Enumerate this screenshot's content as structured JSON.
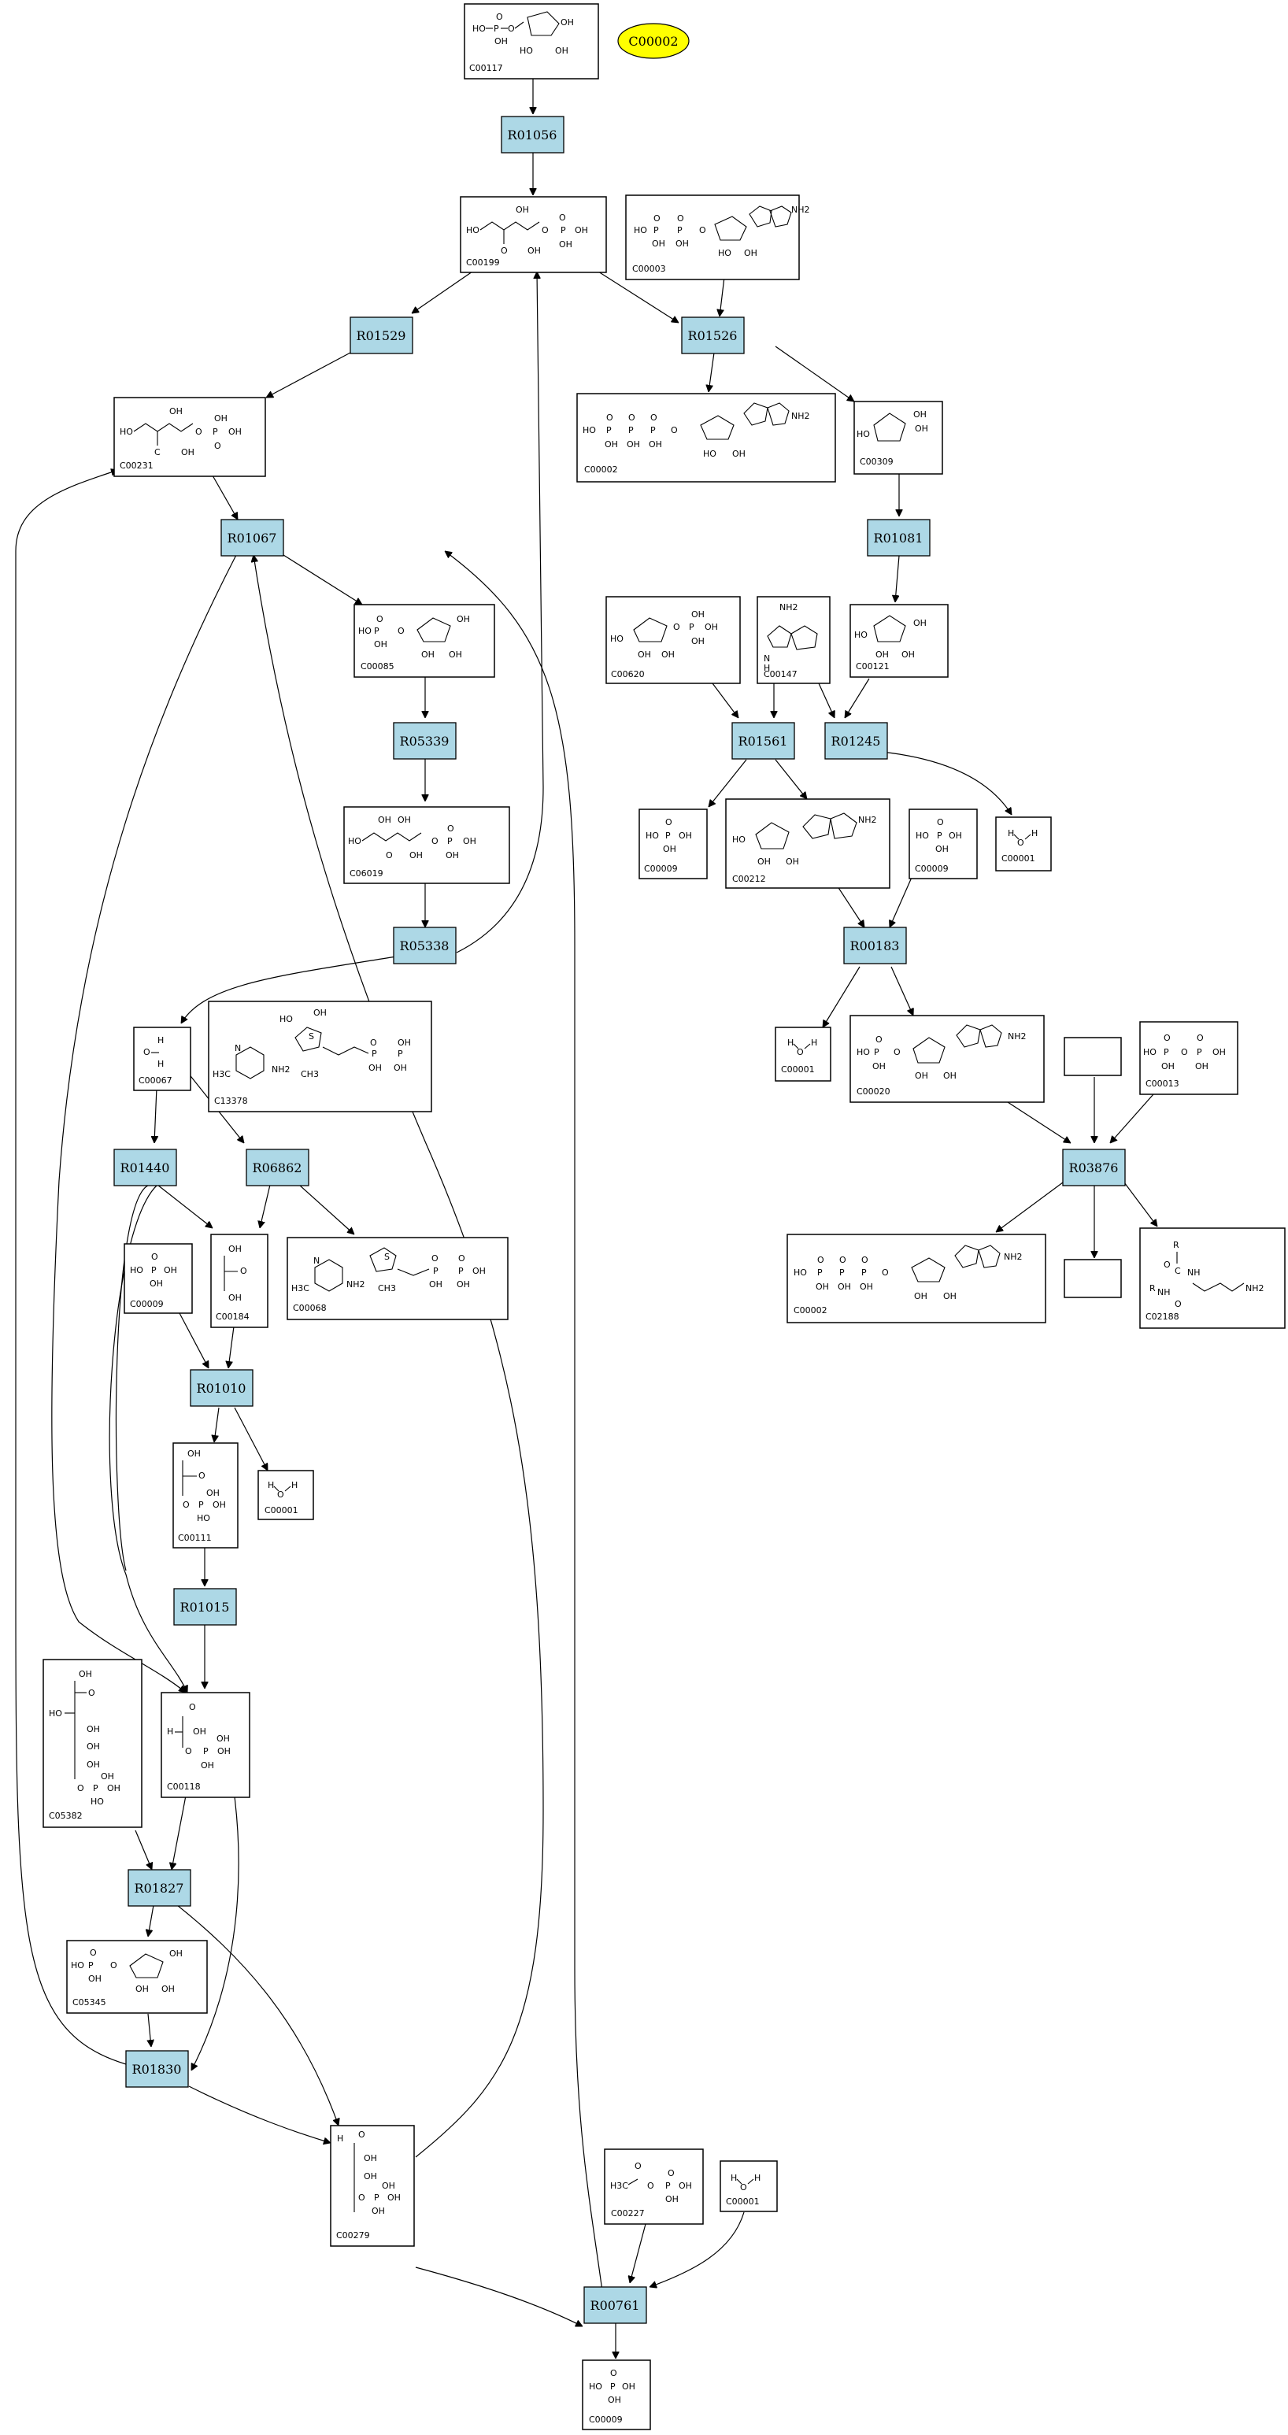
{
  "map_tag": "C00002",
  "reactions": [
    "R01056",
    "R01529",
    "R01526",
    "R01067",
    "R01081",
    "R05339",
    "R01561",
    "R01245",
    "R05338",
    "R00183",
    "R01440",
    "R06862",
    "R03876",
    "R01010",
    "R01015",
    "R01827",
    "R01830",
    "R00761"
  ],
  "compounds": {
    "C00117": {
      "id": "C00117"
    },
    "C00199": {
      "id": "C00199"
    },
    "C00003": {
      "id": "C00003"
    },
    "C00231": {
      "id": "C00231"
    },
    "C00002a": {
      "id": "C00002"
    },
    "C00309": {
      "id": "C00309"
    },
    "C00085": {
      "id": "C00085"
    },
    "C00620": {
      "id": "C00620"
    },
    "C00147": {
      "id": "C00147"
    },
    "C00121": {
      "id": "C00121"
    },
    "C06019": {
      "id": "C06019"
    },
    "C00009a": {
      "id": "C00009"
    },
    "C00212": {
      "id": "C00212"
    },
    "C00009b": {
      "id": "C00009"
    },
    "C00001a": {
      "id": "C00001"
    },
    "C00067": {
      "id": "C00067"
    },
    "C13378": {
      "id": "C13378"
    },
    "C00001b": {
      "id": "C00001"
    },
    "C00020": {
      "id": "C00020"
    },
    "C00013": {
      "id": "C00013"
    },
    "C00009c": {
      "id": "C00009"
    },
    "C00184": {
      "id": "C00184"
    },
    "C00068": {
      "id": "C00068"
    },
    "C00002b": {
      "id": "C00002"
    },
    "C02188": {
      "id": "C02188"
    },
    "C00001c": {
      "id": "C00001"
    },
    "C00111": {
      "id": "C00111"
    },
    "C05382": {
      "id": "C05382"
    },
    "C00118": {
      "id": "C00118"
    },
    "C05345": {
      "id": "C05345"
    },
    "C00279": {
      "id": "C00279"
    },
    "C00227": {
      "id": "C00227"
    },
    "C00001d": {
      "id": "C00001"
    },
    "C00009d": {
      "id": "C00009"
    }
  },
  "empty_nodes": [
    "blank-upper",
    "blank-lower"
  ],
  "atom_labels": {
    "oh": "OH",
    "ho": "HO",
    "o": "O",
    "p": "P",
    "c": "C",
    "h": "H",
    "n": "N",
    "nh2": "NH2",
    "ch3": "CH3",
    "h3c": "H3C",
    "h2o_h": "H",
    "r": "R",
    "nh": "NH",
    "s": "S"
  },
  "colors": {
    "reaction_fill": "#add8e6",
    "tag_fill": "#ffff00",
    "line": "#000000"
  }
}
